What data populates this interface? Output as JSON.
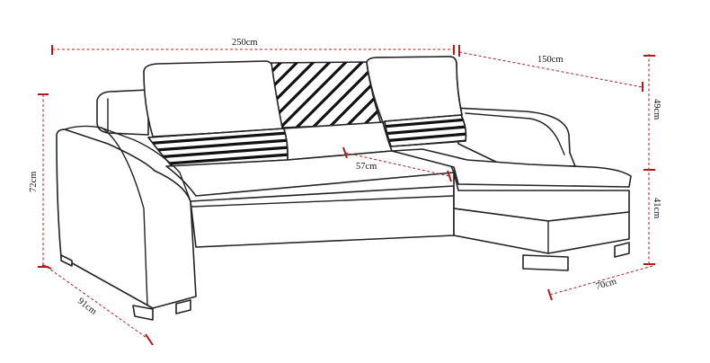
{
  "dimensions": {
    "total_width": "250cm",
    "chaise_length": "150cm",
    "back_cushion_height": "49cm",
    "height": "72cm",
    "seat_height": "41cm",
    "seat_depth": "57cm",
    "depth": "91cm",
    "chaise_width": "70cm"
  },
  "colors": {
    "dimension_line": "#b31b1b",
    "outline": "#222222"
  }
}
